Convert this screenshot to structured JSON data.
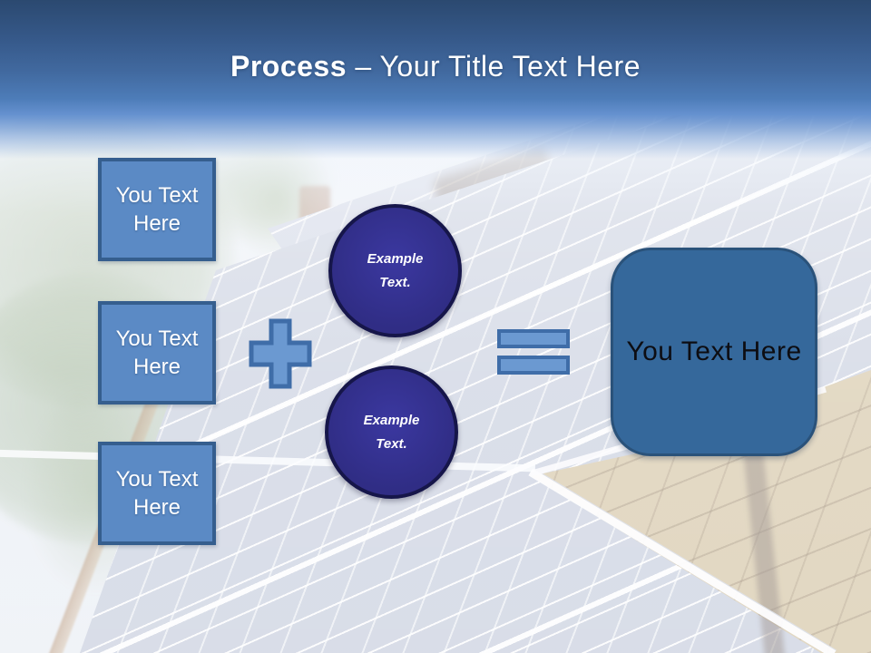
{
  "title": {
    "bold": "Process",
    "regular": "– Your Title Text Here"
  },
  "input_boxes": [
    {
      "label": "You Text Here"
    },
    {
      "label": "You Text Here"
    },
    {
      "label": "You Text Here"
    }
  ],
  "example_circles": [
    {
      "label": "Example Text."
    },
    {
      "label": "Example Text."
    }
  ],
  "operators": {
    "plus": "plus",
    "equals": "equals"
  },
  "result_box": {
    "label": "You Text Here"
  },
  "background": {
    "description": "photo of rooftop solar panel installation with trees at left, worker at top right, tan shingle roof at bottom right, washed out under white overlay"
  },
  "colors": {
    "header_top": "#2b4970",
    "header_bottom": "#6591cf",
    "box_fill": "#5b8ac5",
    "box_border": "#355e8e",
    "circle_fill": "#302d85",
    "circle_border": "#16164a",
    "operator_fill": "#6b99d1",
    "operator_border": "#3f6da8",
    "result_fill": "#35689b",
    "result_border": "#2a527a",
    "result_text": "#0d0d12",
    "title_text": "#ffffff"
  }
}
